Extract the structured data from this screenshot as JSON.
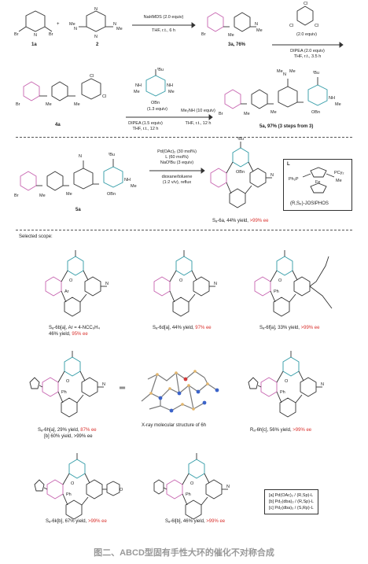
{
  "step1": {
    "reagent_1a_label": "1a",
    "reagent_2_label": "2",
    "cond_top": "NaHMDS (2.0 equiv)",
    "cond_bottom": "THF, r.t., 6 h",
    "product_label": "3a, 76%"
  },
  "step2": {
    "cond_1": "(2.0 equiv)",
    "cond_2": "DIPEA (2.0 equiv)",
    "cond_3": "THF, r.t., 3.5 h",
    "product_label": "4a"
  },
  "step3": {
    "equiv": "(1.3 equiv)",
    "cond_1": "DIPEA (1.5 equiv)",
    "cond_2": "THF, r.t., 12 h",
    "cond_3": "Me₂NH (10 equiv)",
    "cond_4": "THF, r.t., 12 h",
    "product_label": "5a, 97% (3 steps from 3)"
  },
  "step4": {
    "cond_1": "Pd(OAc)₂ (30 mol%)",
    "cond_2": "L (60 mol%)",
    "cond_3": "NaOᵗBu (3 equiv)",
    "cond_4": "dioxane/toluene",
    "cond_5": "(1:2 v/v), reflux",
    "sm_label": "5a",
    "ligand_title": "L",
    "ligand_name": "(R,Sₚ)-JOSIPHOS",
    "product_label": "Sₐ-6a, 44% yield,",
    "product_ee": ">99% ee"
  },
  "scope_title": "Selected scope:",
  "scope": [
    {
      "label": "Sₐ-6b[a], Ar = 4-NCC₆H₄",
      "yield": "46% yield,",
      "ee": "95% ee"
    },
    {
      "label": "Sₐ-6d[a],",
      "yield": "44% yield,",
      "ee": "97% ee"
    },
    {
      "label": "Sₐ-6f[a],",
      "yield": "33% yield,",
      "ee": ">99% ee"
    },
    {
      "label": "Sₐ-6h[a],",
      "yield": "29% yield,",
      "ee": "87% ee",
      "extra": "[b] 60% yield, >99% ee"
    },
    {
      "label": "Rₐ-6h[c],",
      "yield": "56% yield,",
      "ee": ">99% ee"
    },
    {
      "label": "Sₐ-6k[b],",
      "yield": "67% yield,",
      "ee": ">99% ee"
    },
    {
      "label": "Sₐ-6l[b],",
      "yield": "46% yield,",
      "ee": ">99% ee"
    }
  ],
  "xray_label": "X-ray molecular structure of 6h",
  "legend": [
    "[a] Pd(OAc)₂ / (R,Sp)-L",
    "[b] Pd₂(dba)₃ / (R,Sp)-L",
    "[c] Pd₂(dba)₃ / (S,Rp)-L"
  ],
  "caption": "图二、ABCD型固有手性大环的催化不对称合成",
  "colors": {
    "accent_red": "#d9302c",
    "pink_ring": "#c764b0",
    "teal_ring": "#2f9aa6"
  }
}
